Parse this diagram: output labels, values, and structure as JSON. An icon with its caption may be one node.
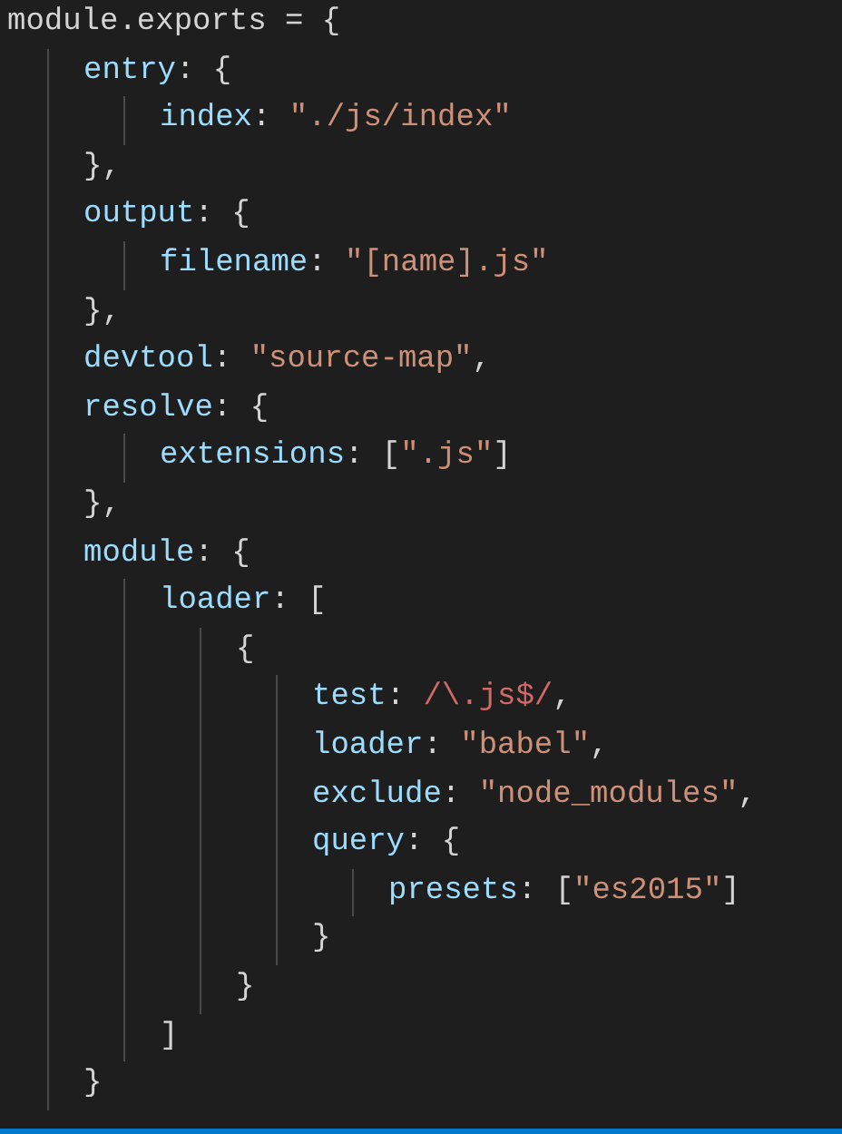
{
  "diagram": {
    "labels": [
      "module.exports = {",
      "entry: {",
      "index: \"./js/index\"",
      "},",
      "output: {",
      "filename: \"[name].js\"",
      "},",
      "devtool: \"source-map\",",
      "resolve: {",
      "extensions: [\".js\"]",
      "},",
      "module: {",
      "loader: [",
      "{",
      "test: /\\.js$/,",
      "loader: \"babel\",",
      "exclude: \"node_modules\",",
      "query: {",
      "presets: [\"es2015\"]",
      "}",
      "}",
      "]",
      "}"
    ]
  }
}
